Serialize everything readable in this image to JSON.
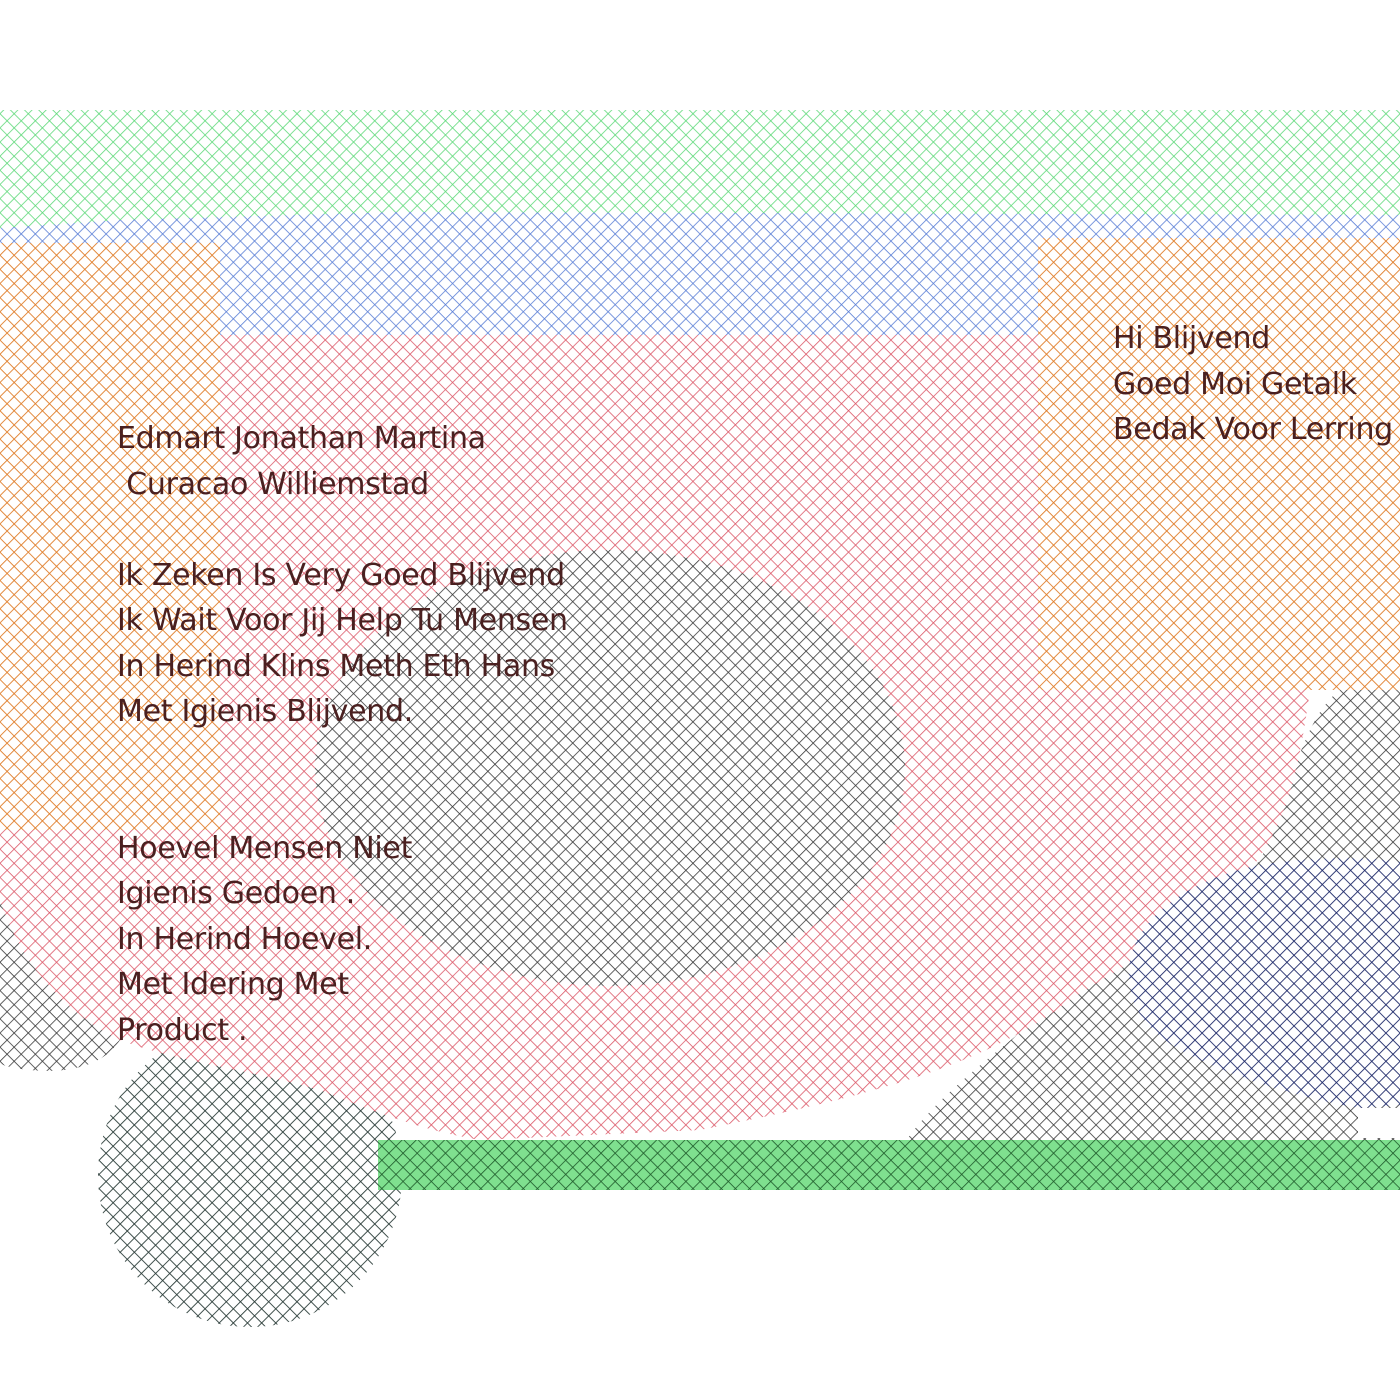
{
  "colors": {
    "green_light": "#5fd97a",
    "blue": "#5b7fd6",
    "orange": "#e07e2a",
    "pink_red": "#dc5a6a",
    "dark_gray": "#3a3a3a",
    "navy": "#1f2a6a",
    "dark_slate": "#2c3e3a",
    "green_bar": "#58c96a",
    "text": "#4a2020"
  },
  "left_text": {
    "lines": [
      "Edmart Jonathan Martina",
      " Curacao Williemstad",
      "",
      "Ik Zeken Is Very Goed Blijvend",
      "Ik Wait Voor Jij Help Tu Mensen",
      "In Herind Klins Meth Eth Hans",
      "Met Igienis Blijvend.",
      "",
      "",
      "Hoevel Mensen Niet",
      "Igienis Gedoen .",
      "In Herind Hoevel.",
      "Met Idering Met",
      "Product ."
    ]
  },
  "right_text": {
    "lines": [
      "Hi Blijvend",
      "Goed Moi Getalk",
      "Bedak Voor Lerring"
    ]
  }
}
